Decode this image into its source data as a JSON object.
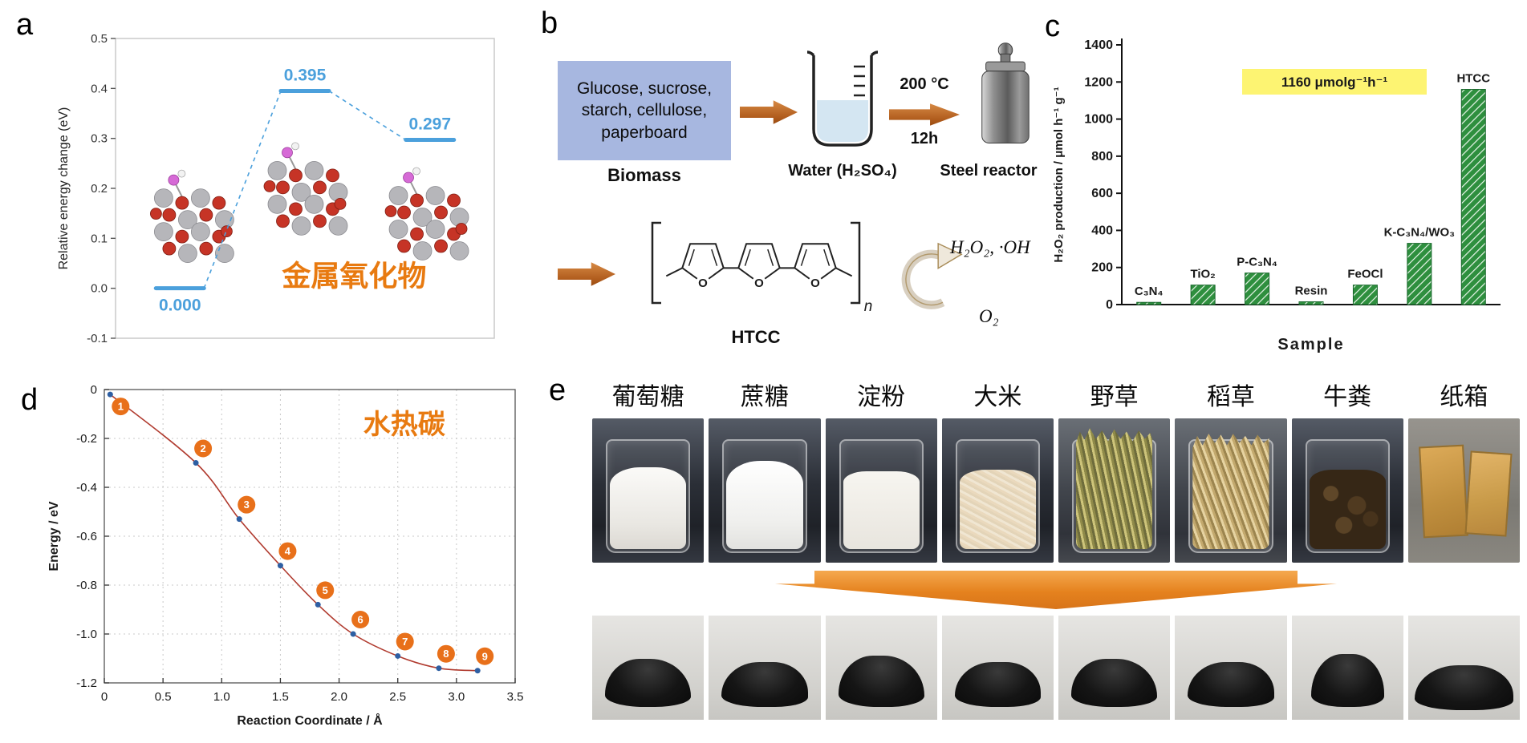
{
  "panels": {
    "a": {
      "label": "a",
      "annotation": "金属氧化物"
    },
    "b": {
      "label": "b",
      "biomass_box": "Glucose, sucrose, starch, cellulose, paperboard",
      "biomass_caption": "Biomass",
      "condition_temp": "200 °C",
      "condition_time": "12h",
      "water_caption": "Water (H₂SO₄)",
      "reactor_caption": "Steel reactor",
      "polymer_caption": "HTCC",
      "polymer_subscript": "n",
      "ring_atom": "O",
      "species_top": "H₂O₂, ·OH",
      "species_bottom": "O₂"
    },
    "c": {
      "label": "c"
    },
    "d": {
      "label": "d"
    },
    "e": {
      "label": "e",
      "samples": [
        "葡萄糖",
        "蔗糖",
        "淀粉",
        "大米",
        "野草",
        "稻草",
        "牛粪",
        "纸箱"
      ]
    }
  },
  "chart_data": [
    {
      "id": "a-energy-levels",
      "type": "line",
      "subtype": "energy-level-diagram",
      "ylabel": "Relative energy change (eV)",
      "ylim": [
        -0.1,
        0.5
      ],
      "ytick_step": 0.1,
      "x": [
        1,
        2,
        3
      ],
      "values": [
        0.0,
        0.395,
        0.297
      ],
      "value_labels": [
        "0.000",
        "0.395",
        "0.297"
      ],
      "annotation": "金属氧化物",
      "level_color": "#4ba0dc",
      "annotation_color": "#e87a10",
      "grid": false
    },
    {
      "id": "c-h2o2-bars",
      "type": "bar",
      "categories": [
        "C₃N₄",
        "TiO₂",
        "P-C₃N₄",
        "Resin",
        "FeOCl",
        "K-C₃N₄/WO₃",
        "HTCC"
      ],
      "values": [
        12,
        105,
        170,
        15,
        105,
        330,
        1160
      ],
      "ylabel": "H₂O₂ production / μmol h⁻¹ g⁻¹",
      "xlabel": "Sample",
      "ylim": [
        0,
        1400
      ],
      "ytick_step": 200,
      "annotation": "1160 μmolg⁻¹h⁻¹",
      "annotation_bg": "#fdf472",
      "bar_color": "#2e8f3e",
      "grid": false,
      "legend": "none"
    },
    {
      "id": "d-energy-curve",
      "type": "scatter",
      "x": [
        0.05,
        0.78,
        1.15,
        1.5,
        1.82,
        2.12,
        2.5,
        2.85,
        3.18
      ],
      "y": [
        -0.02,
        -0.3,
        -0.53,
        -0.72,
        -0.88,
        -1.0,
        -1.09,
        -1.14,
        -1.15
      ],
      "point_labels": [
        "1",
        "2",
        "3",
        "4",
        "5",
        "6",
        "7",
        "8",
        "9"
      ],
      "xlabel": "Reaction Coordinate / Å",
      "ylabel": "Energy / eV",
      "xlim": [
        0,
        3.5
      ],
      "xtick_step": 0.5,
      "ylim": [
        -1.2,
        0
      ],
      "ytick_step": 0.2,
      "grid": true,
      "annotation": "水热碳",
      "annotation_color": "#e87a10",
      "curve_color": "#b03a2e",
      "point_color": "#2e5fa3",
      "badge_color": "#e8701a"
    }
  ]
}
